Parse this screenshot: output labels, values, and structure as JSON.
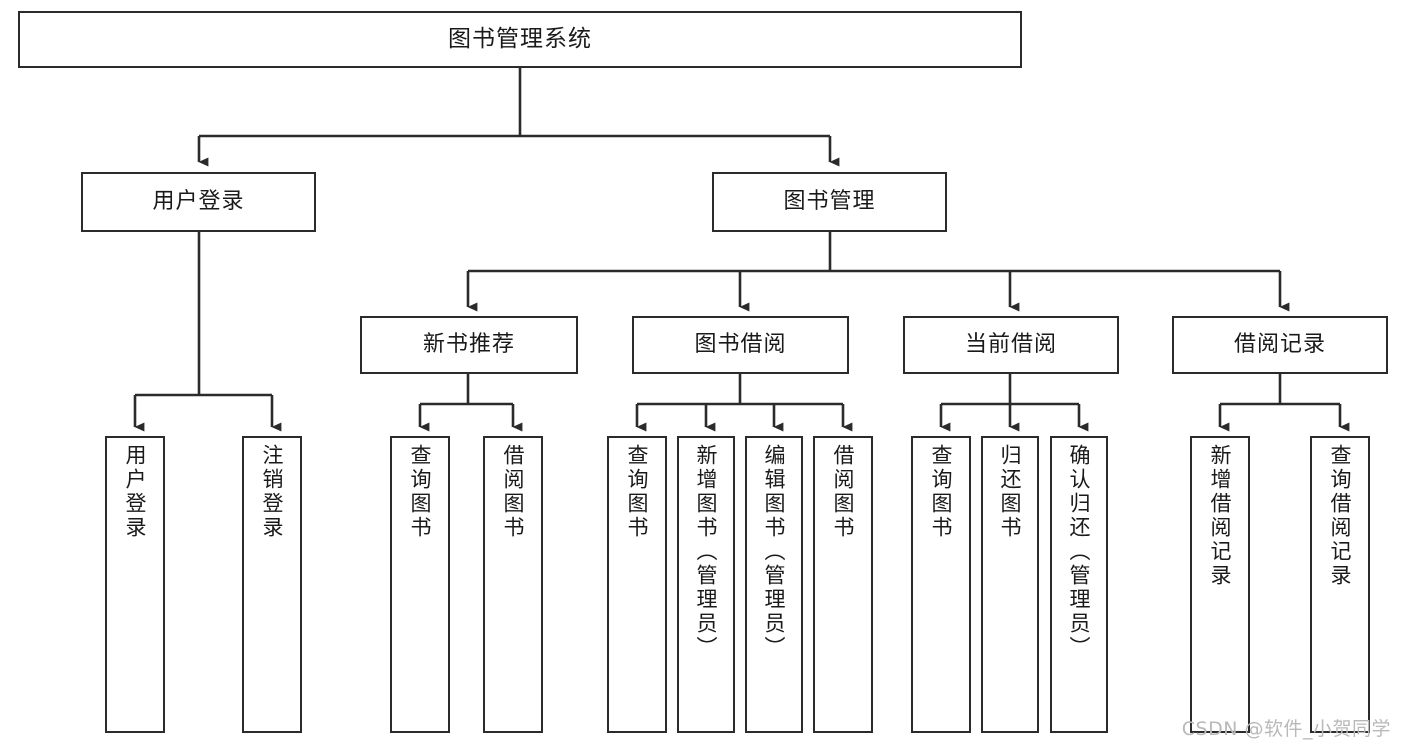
{
  "diagram": {
    "title": "图书管理系统",
    "type": "tree-hierarchy",
    "colors": {
      "box_border": "#2b2b2b",
      "box_fill": "#ffffff",
      "edge": "#2b2b2b",
      "text": "#1a1a1a",
      "watermark": "#b9b9b9",
      "background": "#ffffff"
    },
    "root": {
      "label": "图书管理系统"
    },
    "level2": [
      {
        "label": "用户登录"
      },
      {
        "label": "图书管理"
      }
    ],
    "level3": [
      {
        "label": "新书推荐"
      },
      {
        "label": "图书借阅"
      },
      {
        "label": "当前借阅"
      },
      {
        "label": "借阅记录"
      }
    ],
    "leaves": {
      "user_login": [
        {
          "label": "用户登录"
        },
        {
          "label": "注销登录"
        }
      ],
      "new_book_recommend": [
        {
          "label": "查询图书"
        },
        {
          "label": "借阅图书"
        }
      ],
      "book_borrow": [
        {
          "label": "查询图书"
        },
        {
          "label": "新增图书（管理员）"
        },
        {
          "label": "编辑图书（管理员）"
        },
        {
          "label": "借阅图书"
        }
      ],
      "current_borrow": [
        {
          "label": "查询图书"
        },
        {
          "label": "归还图书"
        },
        {
          "label": "确认归还（管理员）"
        }
      ],
      "borrow_record": [
        {
          "label": "新增借阅记录"
        },
        {
          "label": "查询借阅记录"
        }
      ]
    }
  },
  "watermark": {
    "text": "CSDN @软件_小贺同学"
  }
}
